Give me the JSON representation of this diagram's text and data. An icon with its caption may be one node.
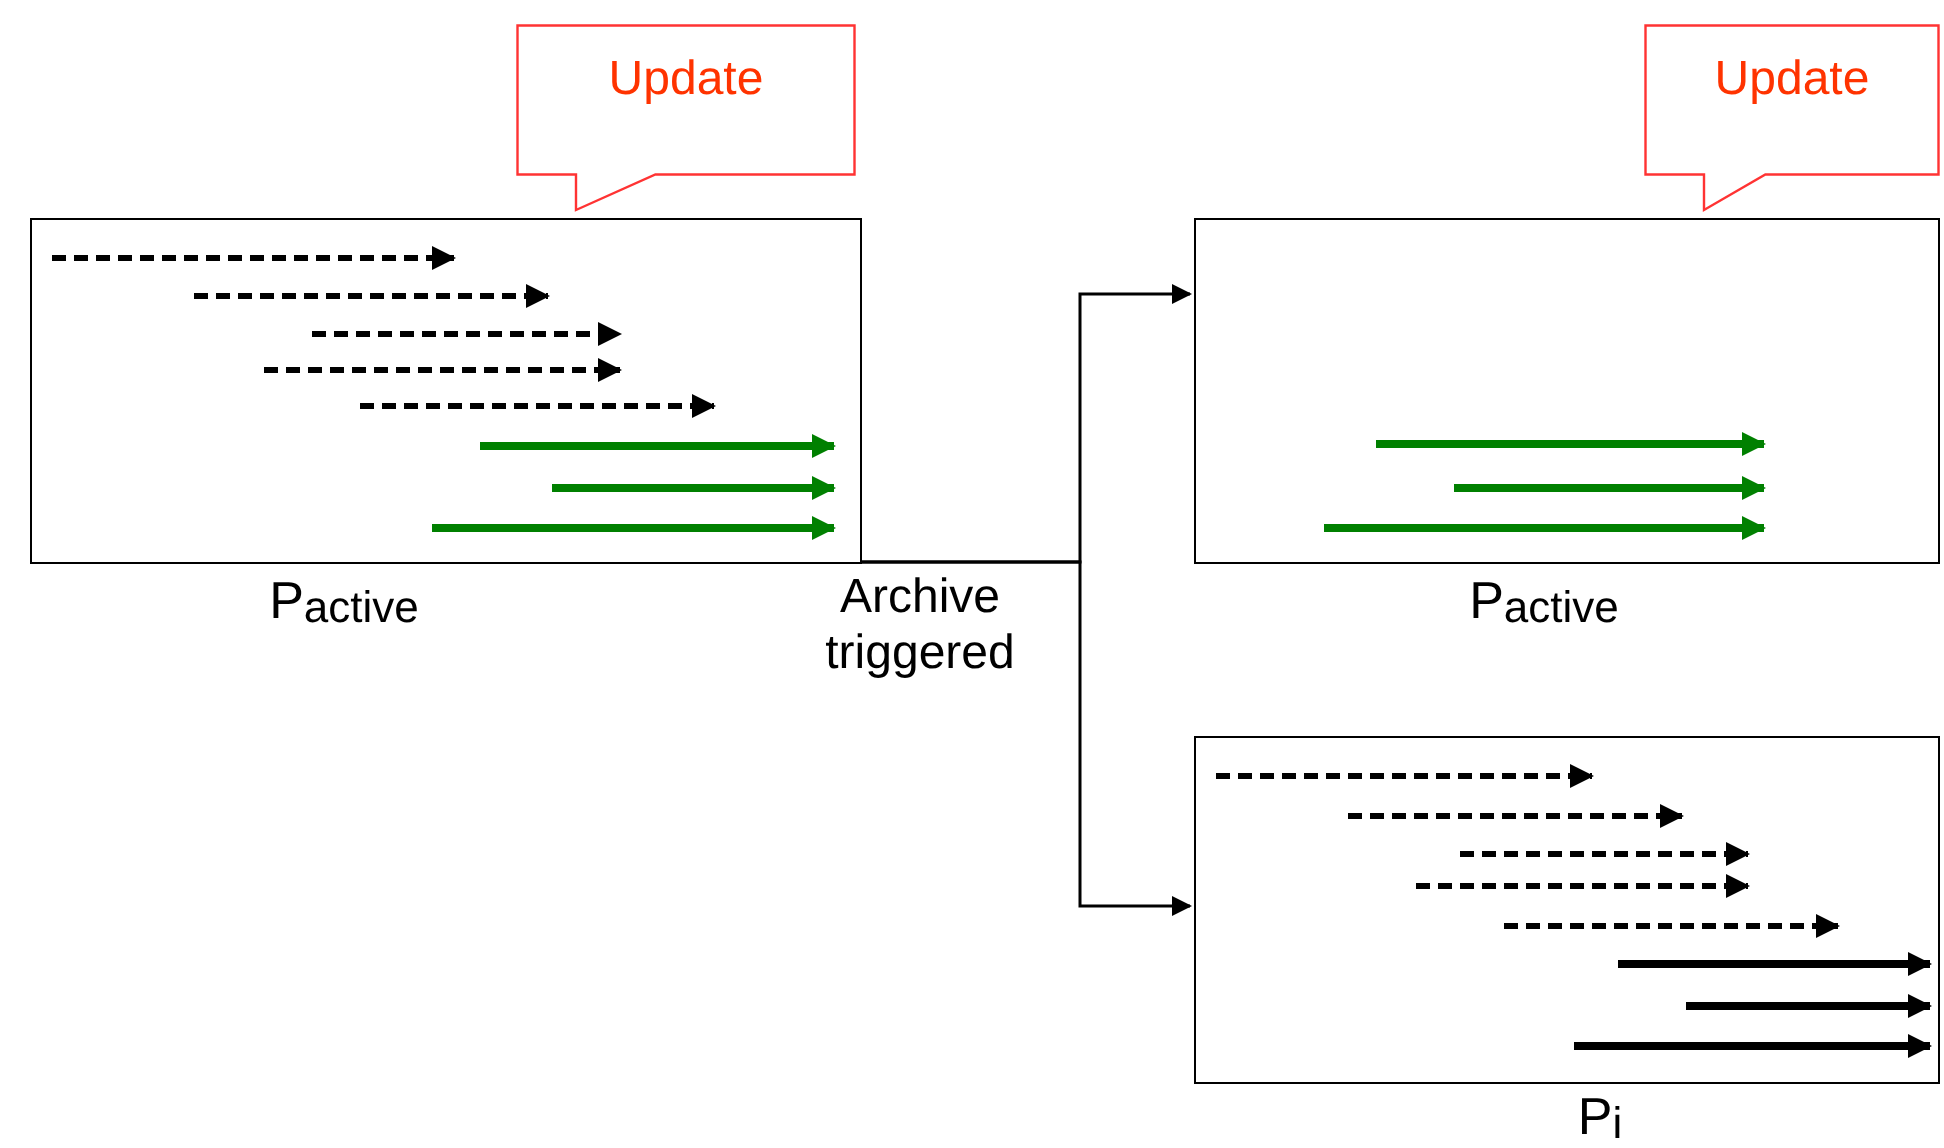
{
  "diagram": {
    "nodes": [
      {
        "text": [
          "Update"
        ]
      },
      {
        "text": [],
        "shape": "box",
        "beside": [
          "P$_{active}$"
        ]
      },
      {
        "text": [
          "Update"
        ]
      },
      {
        "text": [],
        "shape": "box",
        "beside": [
          "P$_{active}$"
        ]
      },
      {
        "text": [],
        "shape": "box",
        "beside": [
          "P$_{i}$"
        ]
      }
    ],
    "edges": [
      {
        "from": 1,
        "to": 3,
        "arrow": "to",
        "label": "Archive triggered"
      },
      {
        "from": 1,
        "to": 4,
        "arrow": "to"
      }
    ]
  }
}
